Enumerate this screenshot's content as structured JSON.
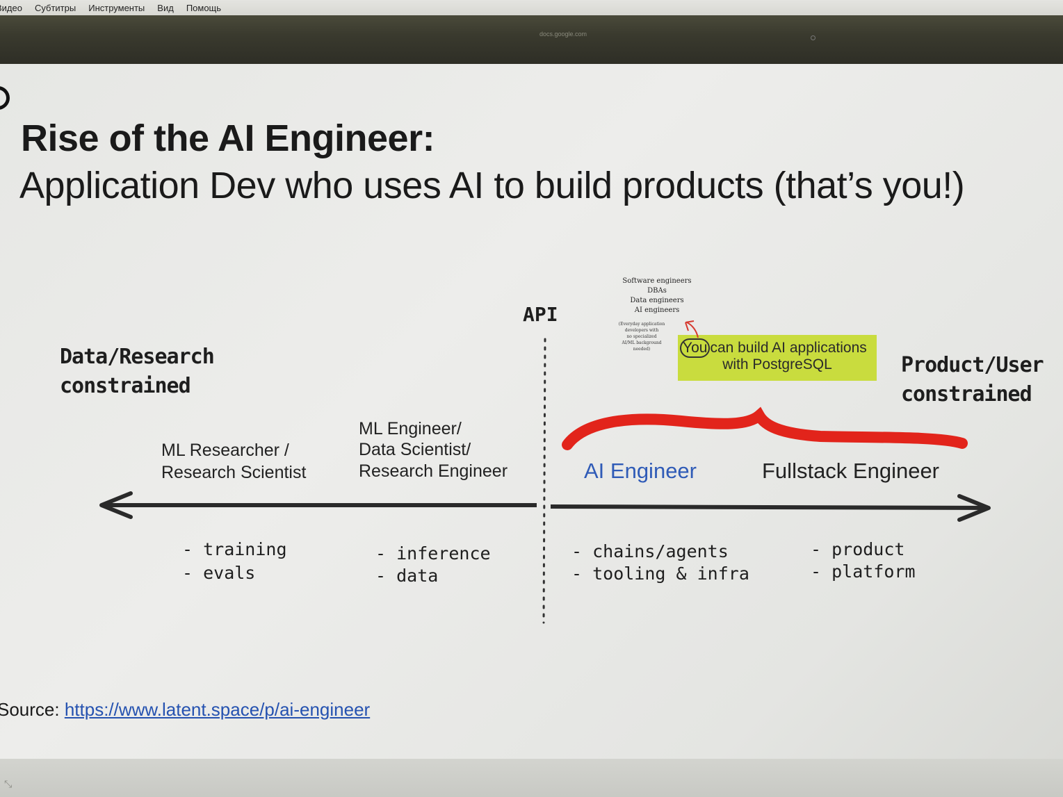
{
  "menu": {
    "items": [
      "Видео",
      "Субтитры",
      "Инструменты",
      "Вид",
      "Помощь"
    ]
  },
  "browser": {
    "url": "docs.google.com"
  },
  "slide": {
    "title": "Rise of the AI Engineer:",
    "subtitle": "Application Dev who uses AI to build products (that’s you!)",
    "left_label": [
      "Data/Research",
      "constrained"
    ],
    "right_label": [
      "Product/User",
      "constrained"
    ],
    "api_label": "API",
    "notes": [
      "Software engineers",
      "DBAs",
      "Data engineers",
      "AI engineers"
    ],
    "tiny_notes": [
      "(Everyday application",
      "developers with",
      "no specialized",
      "AI/ML background",
      "needed)"
    ],
    "callout": {
      "you": "You",
      "line1_rest": "can build AI applications",
      "line2": "with PostgreSQL",
      "background": "#c9dc3e"
    },
    "roles": {
      "ml_researcher": [
        "ML Researcher /",
        "Research Scientist"
      ],
      "ml_engineer": [
        "ML Engineer/",
        "Data Scientist/",
        "Research Engineer"
      ],
      "ai_engineer": "AI Engineer",
      "fullstack_engineer": "Fullstack Engineer"
    },
    "bullets": {
      "researcher": [
        "- training",
        "- evals"
      ],
      "ml_engineer": [
        "- inference",
        "- data"
      ],
      "ai_engineer": [
        "- chains/agents",
        "- tooling & infra"
      ],
      "fullstack": [
        "- product",
        "- platform"
      ]
    },
    "source": {
      "label": "Source: ",
      "link": "https://www.latent.space/p/ai-engineer"
    },
    "colors": {
      "ai_engineer_text": "#2f5bb7",
      "red_brace": "#e2241b",
      "link": "#2552b0"
    }
  }
}
